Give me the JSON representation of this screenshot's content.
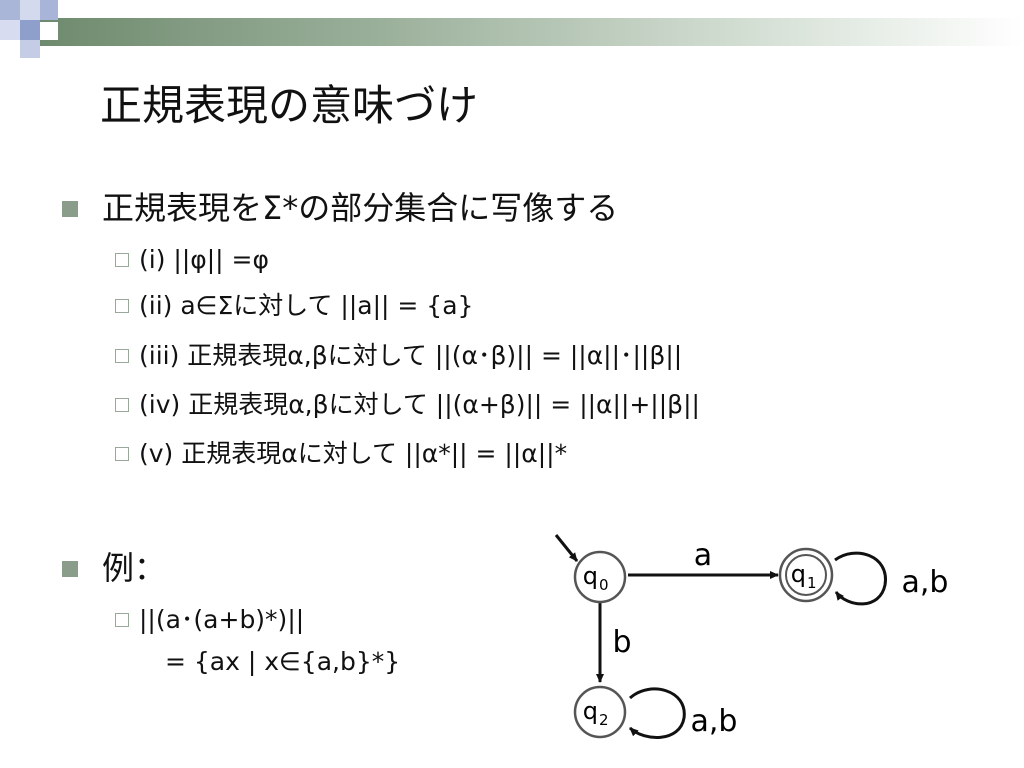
{
  "slide": {
    "title": "正規表現の意味づけ",
    "bullet1": "正規表現をΣ*の部分集合に写像する",
    "rules": [
      "(i) ||φ|| =φ",
      "(ii) a∈Σに対して ||a|| = {a}",
      "(iii) 正規表現α,βに対して ||(α･β)|| = ||α||･||β||",
      "(iv) 正規表現α,βに対して ||(α+β)|| = ||α||+||β||",
      "(v) 正規表現αに対して ||α*|| = ||α||*"
    ],
    "example_label": "例：",
    "example_line1": "||(a･(a+b)*)||",
    "example_line2": "= {ax | x∈{a,b}*}"
  },
  "automaton": {
    "states": [
      {
        "name": "q",
        "sub": "0"
      },
      {
        "name": "q",
        "sub": "1"
      },
      {
        "name": "q",
        "sub": "2"
      }
    ],
    "edge_q0_q1": "a",
    "edge_q0_q2": "b",
    "loop_q1": "a,b",
    "loop_q2": "a,b"
  }
}
